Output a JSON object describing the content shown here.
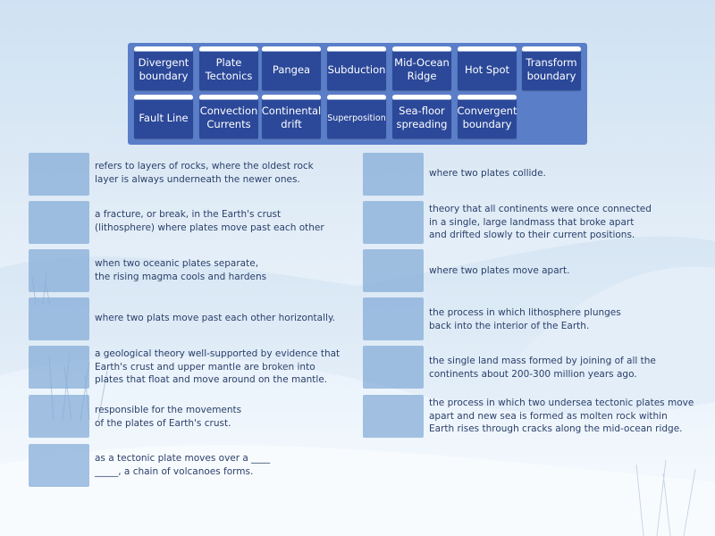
{
  "tiles": [
    {
      "label": "Divergent\nboundary"
    },
    {
      "label": "Plate\nTectonics"
    },
    {
      "label": "Pangea"
    },
    {
      "label": "Subduction"
    },
    {
      "label": "Mid-Ocean\nRidge"
    },
    {
      "label": "Hot Spot"
    },
    {
      "label": "Transform\nboundary"
    },
    {
      "label": "Fault Line"
    },
    {
      "label": "Convection\nCurrents"
    },
    {
      "label": "Continental\ndrift"
    },
    {
      "label": "Superposition"
    },
    {
      "label": "Sea-floor\nspreading"
    },
    {
      "label": "Convergent\nboundary"
    }
  ],
  "left_items": [
    {
      "text": "refers to layers of rocks, where the oldest rock\nlayer is always underneath the newer ones."
    },
    {
      "text": "a fracture, or break, in the Earth's crust\n(lithosphere) where plates move past each other"
    },
    {
      "text": "when two oceanic plates separate,\nthe rising magma cools and hardens"
    },
    {
      "text": "where two plats move past each other horizontally."
    },
    {
      "text": "a geological theory well-supported by evidence that\nEarth's crust and upper mantle are broken into\nplates that float and move around on the mantle."
    },
    {
      "text": "responsible for the movements\nof the plates of Earth's crust."
    },
    {
      "text": "as a tectonic plate moves over a ____\n_____, a chain of volcanoes forms."
    }
  ],
  "right_items": [
    {
      "text": "where two plates collide."
    },
    {
      "text": "theory that all continents were once connected\nin a single, large landmass that broke apart\nand drifted slowly to their current positions."
    },
    {
      "text": "where two plates move apart."
    },
    {
      "text": "the process in which lithosphere plunges\nback into the interior of the Earth."
    },
    {
      "text": "the single land mass formed by joining of all the\ncontinents about 200-300 million years ago."
    },
    {
      "text": "the process in which two undersea tectonic plates move\napart and new sea is formed as molten rock within\nEarth rises through cracks along the mid-ocean ridge."
    }
  ]
}
